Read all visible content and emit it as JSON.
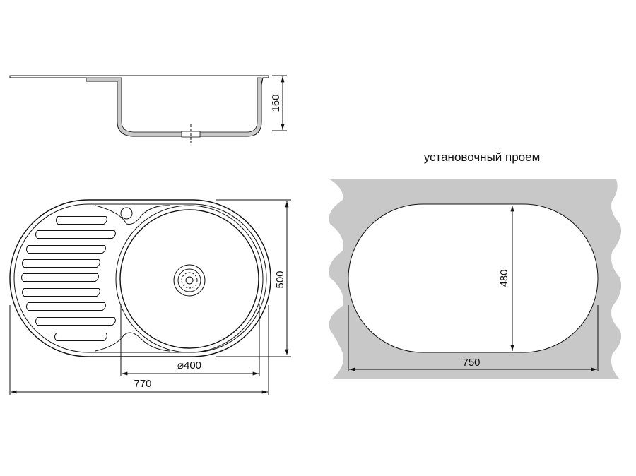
{
  "side_view": {
    "depth_label": "160"
  },
  "top_view": {
    "height_label": "500",
    "bowl_diameter_label": "⌀400",
    "width_label": "770"
  },
  "cutout": {
    "title": "установочный проем",
    "height_label": "480",
    "width_label": "750"
  },
  "colors": {
    "line": "#111111",
    "countertop": "#c8c8c8"
  }
}
